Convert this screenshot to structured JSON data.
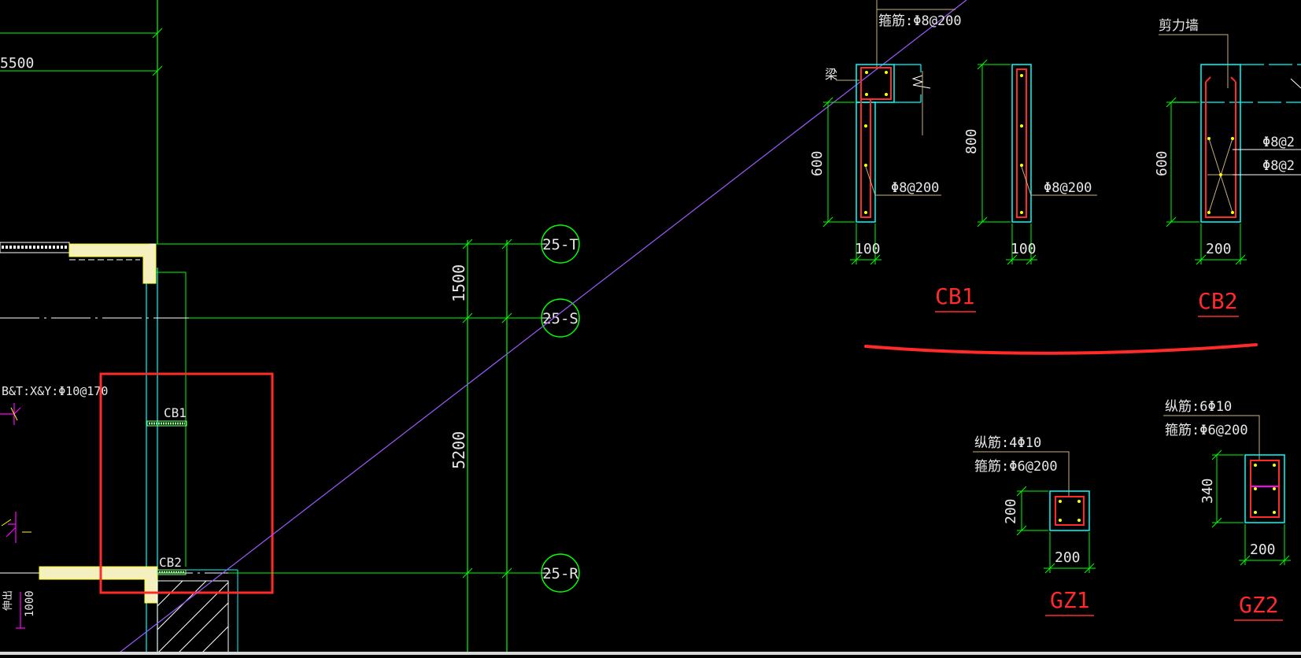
{
  "colors": {
    "background": "#000000",
    "green": "#00ff00",
    "cyan": "#00ffff",
    "white": "#ffffff",
    "red": "#ff2a2a",
    "purple": "#9b5bff",
    "yellow": "#ffff00",
    "magenta": "#ff00ff",
    "tan": "#c8b07a"
  },
  "left_plan": {
    "dim_top": "5500",
    "wall_note": "B&T:X&Y:Φ10@170",
    "cb1_tag": "CB1",
    "cb2_tag": "CB2",
    "vertical_note": "伸出",
    "vertical_dim": "1000"
  },
  "axis": {
    "dims": [
      "1500",
      "5200"
    ],
    "bubbles": [
      "25-T",
      "25-S",
      "25-R"
    ]
  },
  "cb1_detail": {
    "stirrup_top": "箍筋:Φ8@200",
    "beam_label": "梁",
    "height_dim": "600",
    "stirrup_side": "Φ8@200",
    "width_dim": "100",
    "title": "CB1"
  },
  "cb1b_detail": {
    "height_dim": "800",
    "stirrup_side": "Φ8@200",
    "width_dim": "100"
  },
  "cb2_detail": {
    "wall_label": "剪力墙",
    "height_dim": "600",
    "stirrup_a": "Φ8@2",
    "stirrup_b": "Φ8@2",
    "width_dim": "200",
    "title": "CB2"
  },
  "gz1_detail": {
    "long_bars": "纵筋:4Φ10",
    "stirrup": "箍筋:Φ6@200",
    "height_dim": "200",
    "width_dim": "200",
    "title": "GZ1"
  },
  "gz2_detail": {
    "long_bars": "纵筋:6Φ10",
    "stirrup": "箍筋:Φ6@200",
    "height_dim": "340",
    "width_dim": "200",
    "title": "GZ2"
  }
}
